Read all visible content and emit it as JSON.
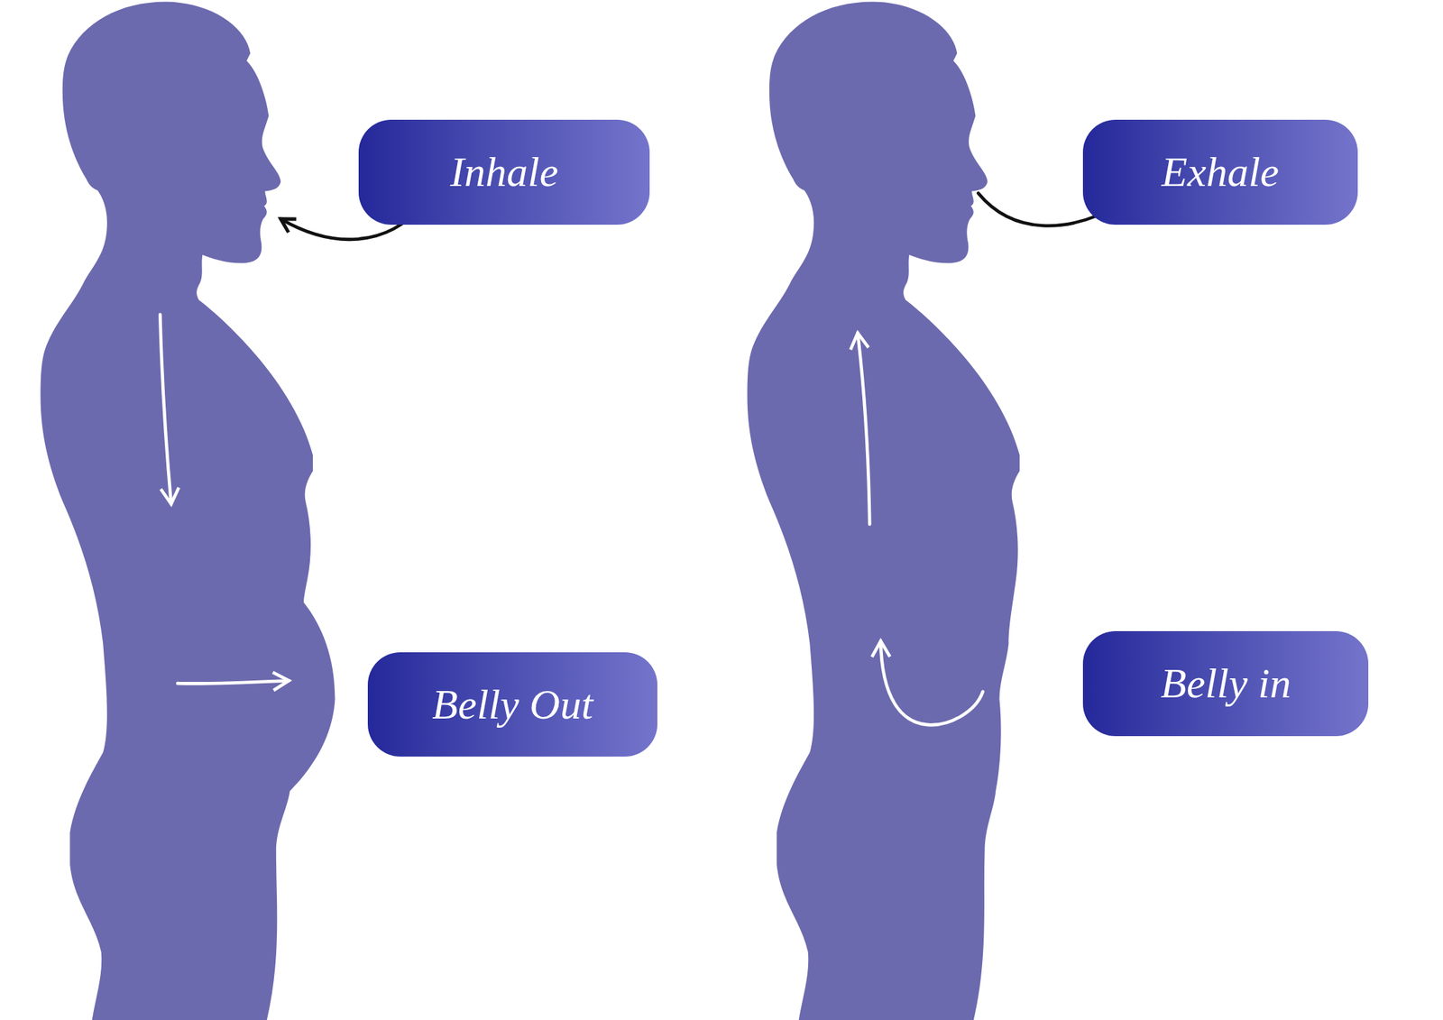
{
  "diagram": {
    "nodes": [
      {
        "text": [
          "Inhale"
        ]
      },
      {
        "text": [
          "Exhale"
        ]
      },
      {
        "text": [
          "Belly Out"
        ]
      },
      {
        "text": [
          "Belly in"
        ]
      }
    ]
  }
}
